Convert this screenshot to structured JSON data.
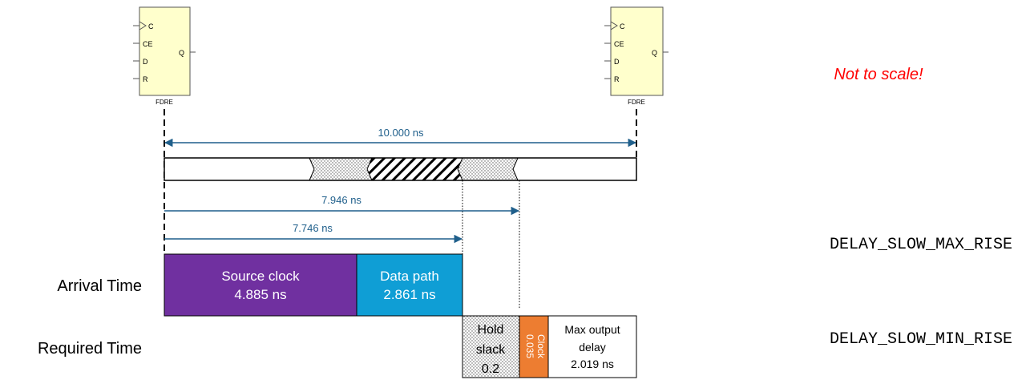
{
  "flipflops": [
    {
      "pins": {
        "c": "C",
        "ce": "CE",
        "d": "D",
        "r": "R",
        "q": "Q"
      },
      "name": "FDRE"
    },
    {
      "pins": {
        "c": "C",
        "ce": "CE",
        "d": "D",
        "r": "R",
        "q": "Q"
      },
      "name": "FDRE"
    }
  ],
  "note": "Not to scale!",
  "measures": {
    "period": "10.000 ns",
    "max_arrival": "7.946 ns",
    "min_arrival": "7.746 ns"
  },
  "rows": {
    "arrival": "Arrival Time",
    "required": "Required Time"
  },
  "blocks": {
    "source_clock": {
      "line1": "Source clock",
      "line2": "4.885 ns"
    },
    "data_path": {
      "line1": "Data path",
      "line2": "2.861 ns"
    },
    "hold_slack": {
      "line1": "Hold",
      "line2": "slack",
      "line3": "0.2"
    },
    "clock": {
      "line1": "Clock",
      "line2": "0.035"
    },
    "max_output": {
      "line1": "Max output",
      "line2": "delay",
      "line3": "2.019 ns"
    }
  },
  "delay_labels": {
    "max": "DELAY_SLOW_MAX_RISE",
    "min": "DELAY_SLOW_MIN_RISE"
  },
  "colors": {
    "arrow": "#1f5f8b",
    "purple": "#7030a0",
    "blue": "#0f9ed5",
    "orange": "#ed7d31",
    "ff_fill": "#ffffcc",
    "note": "#ff0000"
  }
}
